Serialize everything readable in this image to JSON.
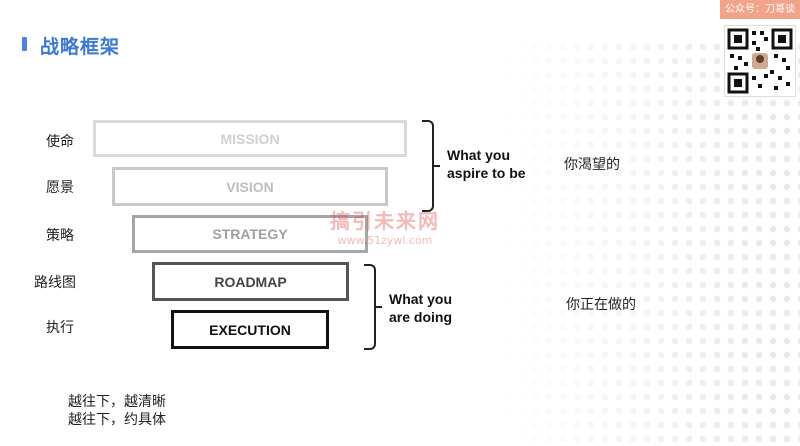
{
  "header": {
    "title": "战略框架",
    "badge": "公众号：刀哥谈"
  },
  "levels": [
    {
      "cn": "使命",
      "en": "MISSION",
      "color": "#d9d9d9"
    },
    {
      "cn": "愿景",
      "en": "VISION",
      "color": "#c7c7c7"
    },
    {
      "cn": "策略",
      "en": "STRATEGY",
      "color": "#a8a8a8"
    },
    {
      "cn": "路线图",
      "en": "ROADMAP",
      "color": "#555555"
    },
    {
      "cn": "执行",
      "en": "EXECUTION",
      "color": "#111111"
    }
  ],
  "groups": {
    "upper": {
      "line1": "What you",
      "line2": "aspire to be",
      "meaning": "你渴望的"
    },
    "lower": {
      "line1": "What you",
      "line2": "are doing",
      "meaning": "你正在做的"
    }
  },
  "watermark": {
    "main": "搞引未来网",
    "url": "www.51zywl.com"
  },
  "notes": [
    "越往下，越清晰",
    "越往下，约具体"
  ],
  "colors": {
    "accent": "#3d79cf",
    "badge": "#f2a48a"
  }
}
